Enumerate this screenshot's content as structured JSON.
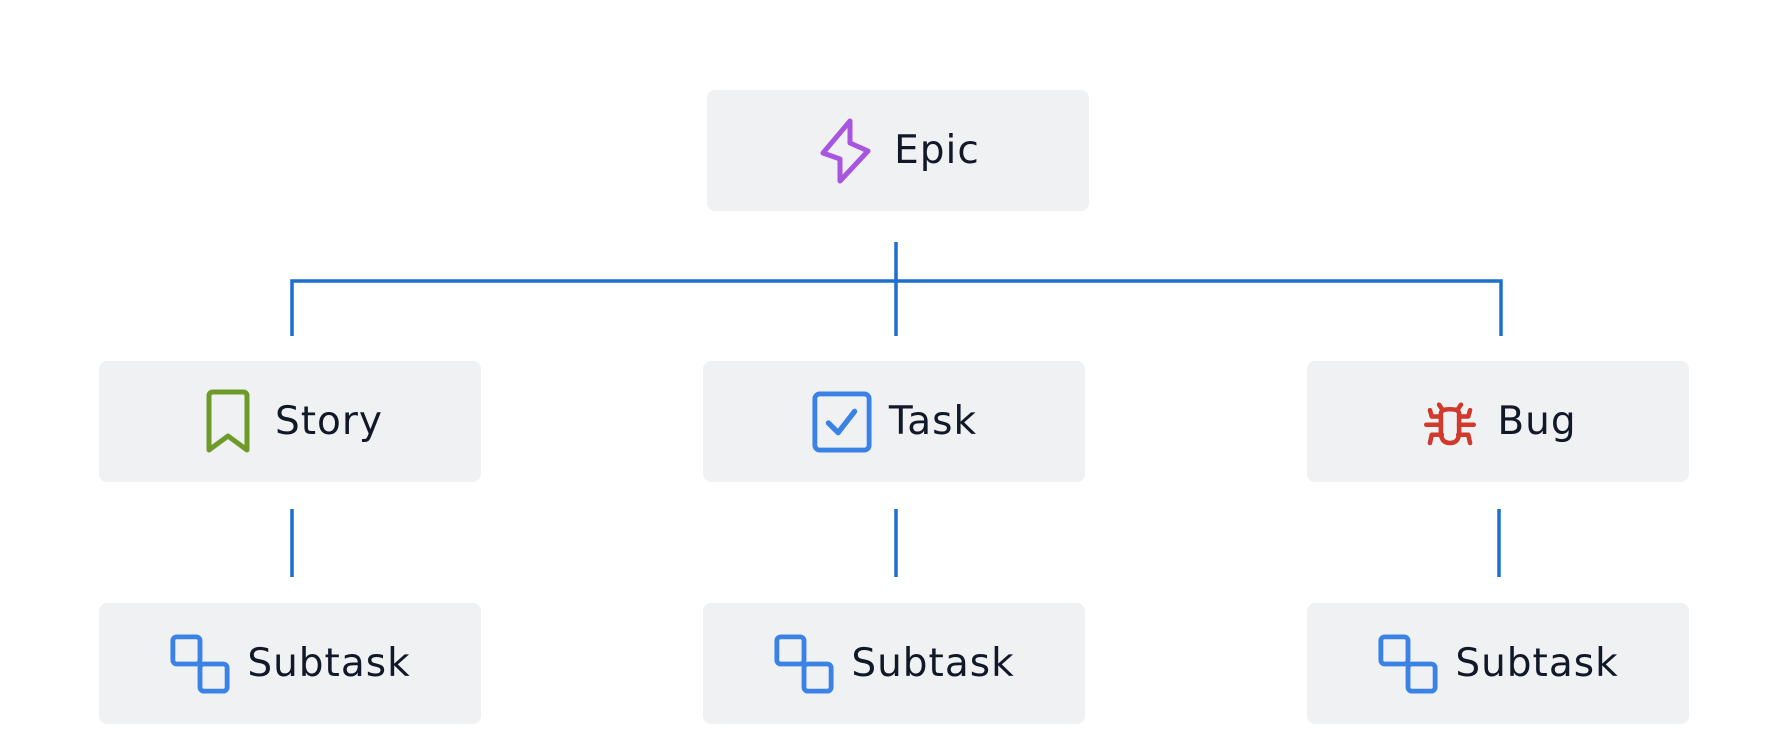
{
  "colors": {
    "node_bg": "#f0f1f3",
    "connector": "#1f6fd0",
    "epic": "#a855e0",
    "story": "#6e9a2a",
    "task": "#3b82e6",
    "bug": "#d0392b",
    "subtask": "#3b82e6"
  },
  "nodes": {
    "epic": {
      "label": "Epic",
      "icon": "lightning-icon"
    },
    "story": {
      "label": "Story",
      "icon": "bookmark-icon"
    },
    "task": {
      "label": "Task",
      "icon": "checkbox-icon"
    },
    "bug": {
      "label": "Bug",
      "icon": "bug-icon"
    },
    "subtasks": [
      {
        "label": "Subtask",
        "icon": "subtask-icon"
      },
      {
        "label": "Subtask",
        "icon": "subtask-icon"
      },
      {
        "label": "Subtask",
        "icon": "subtask-icon"
      }
    ]
  }
}
